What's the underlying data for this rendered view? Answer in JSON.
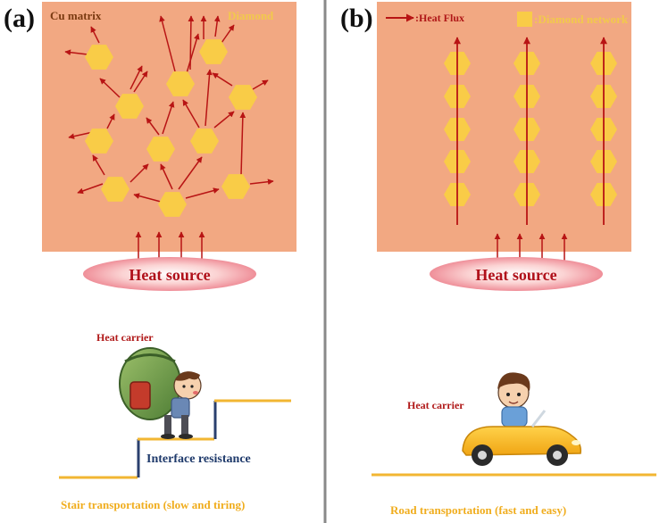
{
  "panel_a": {
    "label": "(a)",
    "matrix_label": "Cu matrix",
    "diamond_label": "Diamond",
    "heat_source": "Heat source",
    "heat_carrier": "Heat carrier",
    "interface": "Interface resistance",
    "caption": "Stair transportation (slow and tiring)"
  },
  "panel_b": {
    "label": "(b)",
    "legend_flux": ":Heat Flux",
    "legend_network": ":Diamond network",
    "heat_source": "Heat source",
    "heat_carrier": "Heat carrier",
    "caption": "Road transportation (fast and easy)"
  },
  "colors": {
    "matrix": "#f2a882",
    "diamond": "#f9cc47",
    "arrow": "#b81414",
    "divider": "#8a8a8a",
    "stair": "#f2b632",
    "stair_riser": "#2a3f6e"
  },
  "icons": [
    "backpack-character-icon",
    "car-driver-icon",
    "heat-flux-arrow-icon",
    "diamond-network-swatch-icon"
  ]
}
